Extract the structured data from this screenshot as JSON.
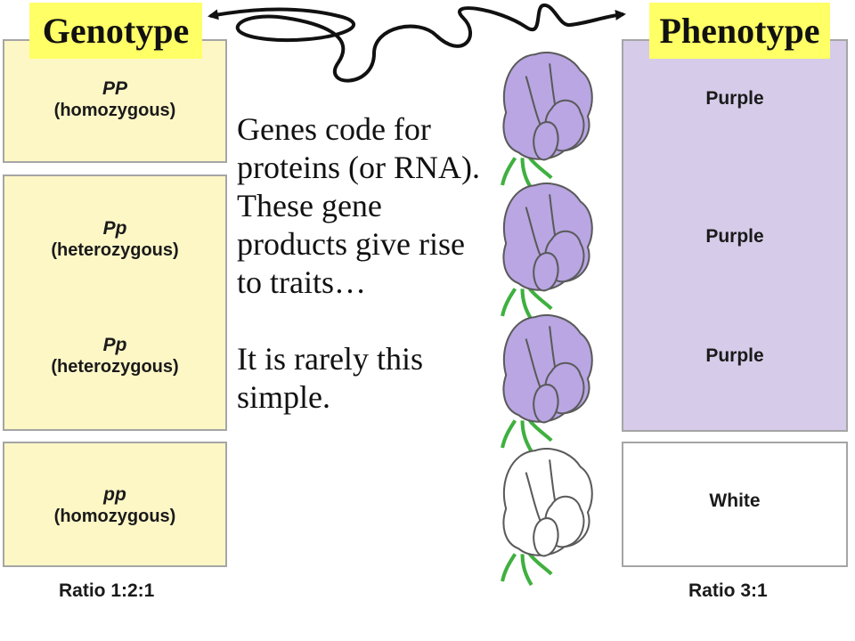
{
  "headers": {
    "genotype": "Genotype",
    "phenotype": "Phenotype"
  },
  "genotypes": [
    {
      "symbol": "PP",
      "type": "(homozygous)"
    },
    {
      "symbol": "Pp",
      "type": "(heterozygous)"
    },
    {
      "symbol": "Pp",
      "type": "(heterozygous)"
    },
    {
      "symbol": "pp",
      "type": "(homozygous)"
    }
  ],
  "phenotypes": [
    "Purple",
    "Purple",
    "Purple",
    "White"
  ],
  "ratios": {
    "genotype": "Ratio 1:2:1",
    "phenotype": "Ratio 3:1"
  },
  "body": {
    "lines": [
      "Genes code for",
      "proteins (or RNA).",
      "These gene",
      "products give rise",
      "to traits…"
    ],
    "note_lines": [
      "It is rarely this",
      "simple."
    ]
  },
  "colors": {
    "header_bg": "#ffff66",
    "genotype_box": "#fdf7c6",
    "purple_box": "#d6cbe8",
    "purple_flower": "#b9a6e3",
    "white_flower": "#ffffff",
    "stem": "#3fb03f"
  },
  "icons": [
    "double-arrow-squiggle",
    "purple-flower-icon",
    "white-flower-icon"
  ]
}
